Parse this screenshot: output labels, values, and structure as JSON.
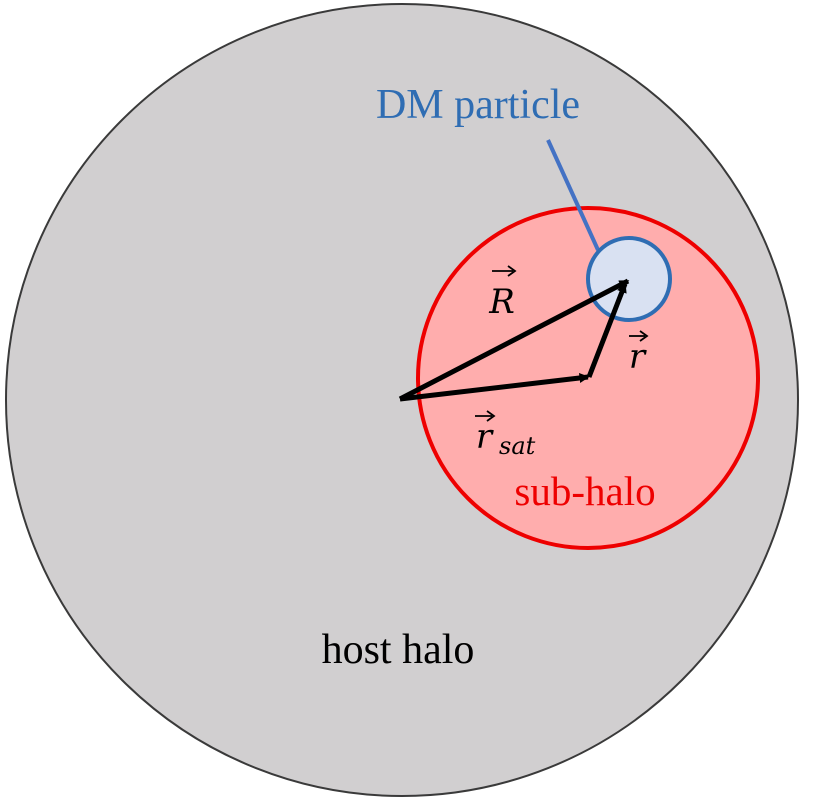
{
  "labels": {
    "dm_particle": "DM particle",
    "host_halo": "host halo",
    "sub_halo": "sub-halo",
    "vector_R": "R",
    "vector_r": "r",
    "vector_r_sat": "r",
    "vector_r_sat_subscript": "sat"
  },
  "colors": {
    "host_halo_fill": "#d1cfd0",
    "host_halo_stroke": "#3a3a3a",
    "sub_halo_fill": "#ffadad",
    "sub_halo_stroke": "#ee0000",
    "dm_particle_fill": "#d9e1f2",
    "dm_particle_stroke": "#2f6db3",
    "dm_label": "#2f6db3",
    "sub_halo_label": "#ee0000",
    "vector": "#000000",
    "text": "#000000"
  }
}
